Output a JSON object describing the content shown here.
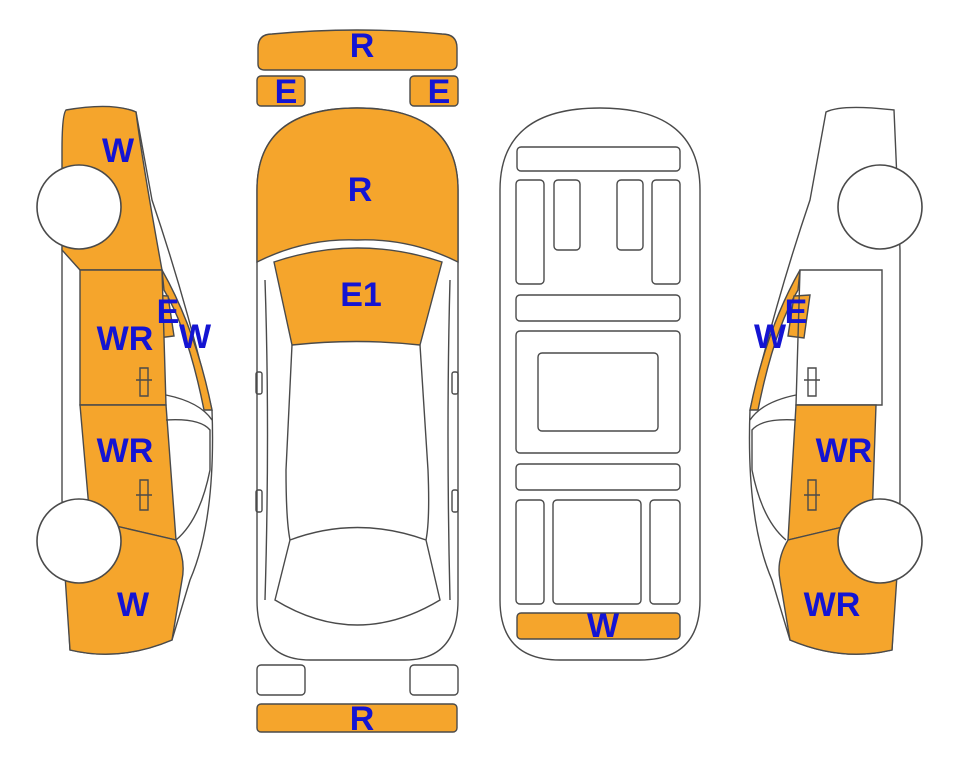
{
  "colors": {
    "damaged": "#F5A52C",
    "undamaged": "#FFFFFF",
    "outline": "#4A4A4A",
    "label": "#1414D2"
  },
  "labels": {
    "top_rear_bumper": "R",
    "top_left_lamp": "E",
    "top_right_lamp": "E",
    "hood": "R",
    "windshield": "E1",
    "bottom_bumper": "R",
    "floor_trunk_panel": "W",
    "left_front_fender": "W",
    "left_front_door": "WR",
    "left_mirror": "E",
    "left_a_pillar": "W",
    "left_rear_door": "WR",
    "left_rear_quarter": "W",
    "right_mirror": "E",
    "right_a_pillar": "W",
    "right_rear_door": "WR",
    "right_rear_quarter": "WR"
  }
}
